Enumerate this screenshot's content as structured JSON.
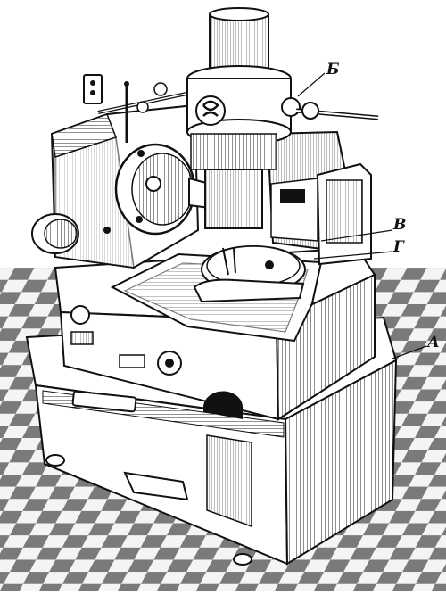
{
  "figure": {
    "labels": {
      "b": "Б",
      "v": "В",
      "g": "Г",
      "a": "А"
    },
    "colors": {
      "ink": "#111111",
      "paper": "#ffffff",
      "tile_dark": "#6e6e6e",
      "tile_light": "#d8d8d8"
    }
  }
}
